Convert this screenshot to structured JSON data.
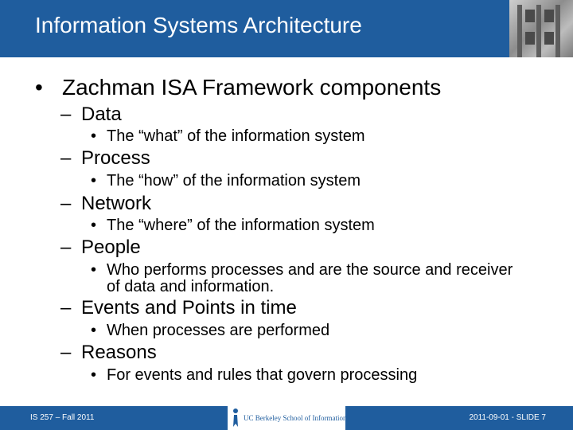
{
  "slide": {
    "title": "Information Systems Architecture",
    "bullets": [
      {
        "marker": "•",
        "text": "Zachman ISA Framework components"
      },
      {
        "marker": "–",
        "text": "Data"
      },
      {
        "marker": "•",
        "text": "The “what” of the information system"
      },
      {
        "marker": "–",
        "text": "Process"
      },
      {
        "marker": "•",
        "text": "The “how” of the information system"
      },
      {
        "marker": "–",
        "text": "Network"
      },
      {
        "marker": "•",
        "text": "The “where” of the information system"
      },
      {
        "marker": "–",
        "text": "People"
      },
      {
        "marker": "•",
        "text": "Who performs processes and are the source and receiver of data and information."
      },
      {
        "marker": "–",
        "text": "Events and Points in time"
      },
      {
        "marker": "•",
        "text": "When processes are performed"
      },
      {
        "marker": "–",
        "text": "Reasons"
      },
      {
        "marker": "•",
        "text": "For events and rules that govern processing"
      }
    ]
  },
  "footer": {
    "course": "IS 257 – Fall 2011",
    "logo_text": "UC Berkeley School of Information",
    "slide_info": "2011-09-01 - SLIDE 7"
  },
  "colors": {
    "brand_blue": "#1f5d9e",
    "text": "#000000",
    "background": "#ffffff"
  }
}
